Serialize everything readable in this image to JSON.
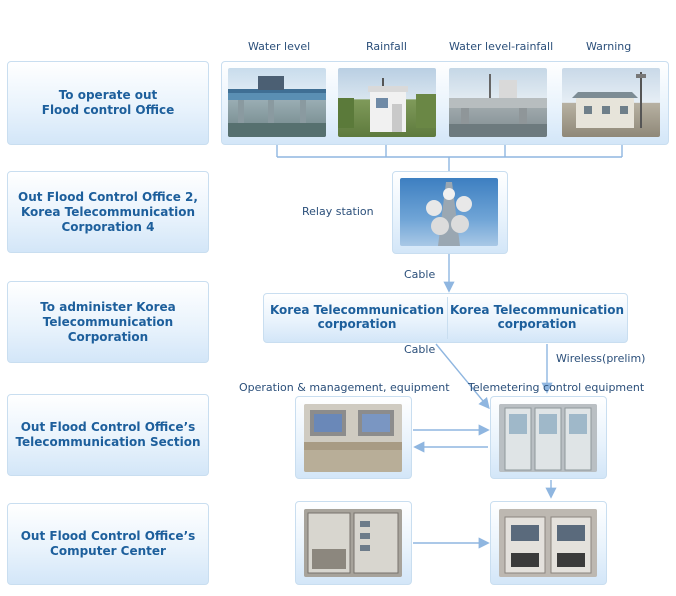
{
  "left_boxes": [
    {
      "line1": "To operate out",
      "line2": "Flood control Office",
      "line3": ""
    },
    {
      "line1": "Out Flood Control Office 2,",
      "line2": "Korea Telecommunication",
      "line3": "Corporation 4"
    },
    {
      "line1": "To administer Korea",
      "line2": "Telecommunication",
      "line3": "Corporation"
    },
    {
      "line1": "Out Flood Control Office’s",
      "line2": "Telecommunication Section",
      "line3": ""
    },
    {
      "line1": "Out Flood Control Office’s",
      "line2": "Computer Center",
      "line3": ""
    }
  ],
  "stations": [
    "Water level",
    "Rainfall",
    "Water level-rainfall",
    "Warning"
  ],
  "relay_label": "Relay station",
  "cable_label_1": "Cable",
  "cable_label_2": "Cable",
  "corp_left": {
    "line1": "Korea Telecommunication",
    "line2": "corporation"
  },
  "corp_right": {
    "line1": "Korea Telecommunication",
    "line2": "corporation"
  },
  "wireless_label": "Wireless(prelim)",
  "op_equipment_label": "Operation & management, equipment",
  "telemetering_label": "Telemetering control equipment",
  "colors": {
    "accent": "#1d5f9c",
    "line": "#8fb6e0",
    "box_border": "#c9def0"
  }
}
